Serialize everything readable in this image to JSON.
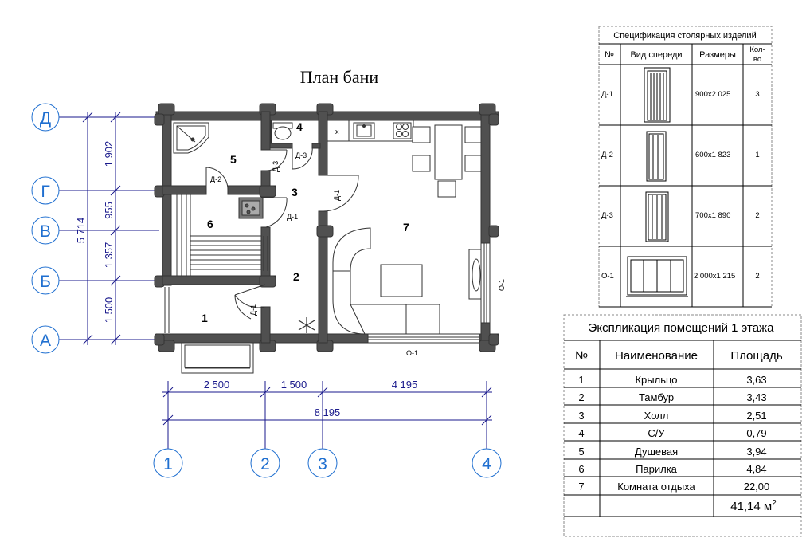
{
  "plan_title": "План бани",
  "axes_letters": [
    "Д",
    "Г",
    "В",
    "Б",
    "А"
  ],
  "axes_numbers": [
    "1",
    "2",
    "3",
    "4"
  ],
  "dims_vertical": [
    "1 902",
    "955",
    "1 357",
    "1 500"
  ],
  "dim_vertical_total": "5 714",
  "dims_horizontal": [
    "2 500",
    "1 500",
    "4 195"
  ],
  "dim_horizontal_total": "8 195",
  "rooms": [
    "1",
    "2",
    "3",
    "4",
    "5",
    "6",
    "7"
  ],
  "door_labels": {
    "d1_a": "Д-1",
    "d1_b": "Д-1",
    "d1_c": "Д-1",
    "d2": "Д-2",
    "d3_a": "Д-3",
    "d3_b": "Д-3",
    "o1_bottom": "О-1",
    "o1_right": "О-1",
    "sink_mark": "х"
  },
  "spec": {
    "title": "Спецификация столярных изделий",
    "headers": {
      "num": "№",
      "view": "Вид спереди",
      "size": "Размеры",
      "qty_1": "Кол-",
      "qty_2": "во"
    },
    "rows": [
      {
        "mark": "Д-1",
        "size": "900х2 025",
        "qty": "3"
      },
      {
        "mark": "Д-2",
        "size": "600х1 823",
        "qty": "1"
      },
      {
        "mark": "Д-3",
        "size": "700х1 890",
        "qty": "2"
      },
      {
        "mark": "О-1",
        "size": "2 000х1 215",
        "qty": "2"
      }
    ]
  },
  "explication": {
    "title": "Экспликация помещений 1 этажа",
    "headers": {
      "num": "№",
      "name": "Наименование",
      "area": "Площадь"
    },
    "rows": [
      {
        "num": "1",
        "name": "Крыльцо",
        "area": "3,63"
      },
      {
        "num": "2",
        "name": "Тамбур",
        "area": "3,43"
      },
      {
        "num": "3",
        "name": "Холл",
        "area": "2,51"
      },
      {
        "num": "4",
        "name": "С/У",
        "area": "0,79"
      },
      {
        "num": "5",
        "name": "Душевая",
        "area": "3,94"
      },
      {
        "num": "6",
        "name": "Парилка",
        "area": "4,84"
      },
      {
        "num": "7",
        "name": "Комната отдыха",
        "area": "22,00"
      }
    ],
    "total": "41,14 м",
    "total_sup": "2"
  }
}
